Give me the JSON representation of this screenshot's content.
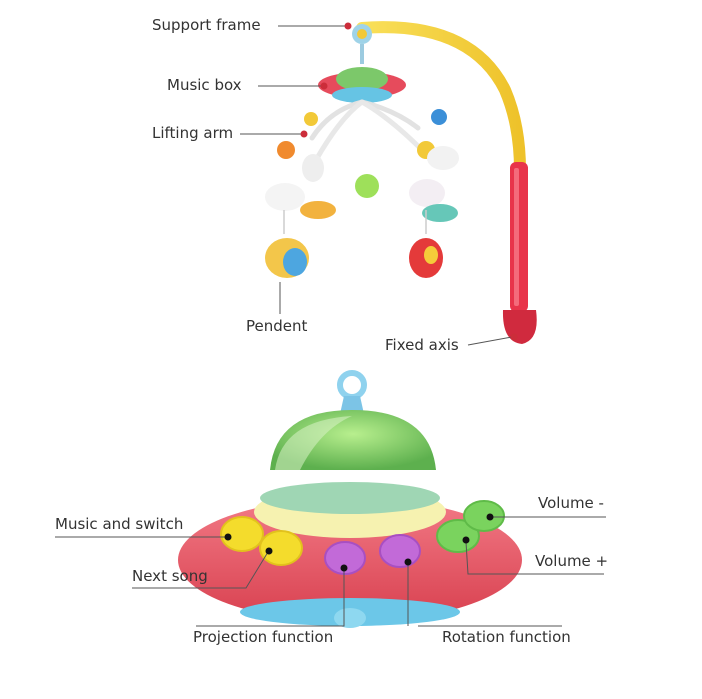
{
  "labels": {
    "support_frame": "Support frame",
    "music_box": "Music box",
    "lifting_arm": "Lifting arm",
    "pendent": "Pendent",
    "fixed_axis": "Fixed axis",
    "music_and_switch": "Music and switch",
    "next_song": "Next song",
    "projection_function": "Projection function",
    "rotation_function": "Rotation function",
    "volume_minus": "Volume -",
    "volume_plus": "Volume +"
  },
  "colors": {
    "frame_yellow": "#f6d23c",
    "axis_red": "#e8344a",
    "ufo_red": "#e85a68",
    "dome_green": "#7cc86a",
    "button_yellow": "#f4dc2c",
    "button_purple": "#c26ad8",
    "button_green": "#7ad35e",
    "leader_line": "#555555"
  },
  "icons": [
    "support-frame-icon",
    "music-box-icon",
    "lifting-arm-icon",
    "pendent-icon",
    "fixed-axis-icon",
    "ufo-music-box-icon"
  ]
}
